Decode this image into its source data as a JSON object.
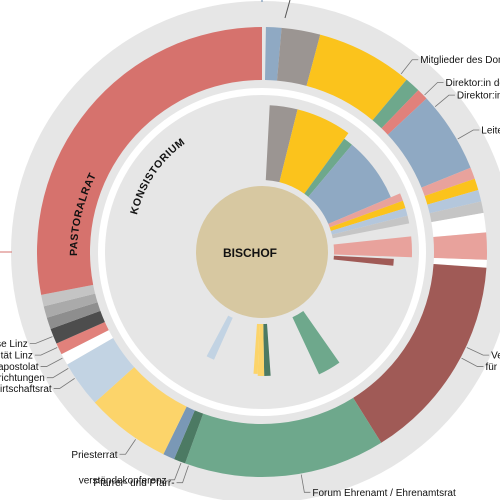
{
  "center": {
    "label": "BISCHOF",
    "color": "#d7c8a1"
  },
  "rings": {
    "outer_title": "PASTORALRAT",
    "inner_title": "KONSISTORIUM",
    "track_color": "#e6e6e6"
  },
  "outer_segments": [
    {
      "start": 1,
      "end": 5,
      "color": "#8fa9c3"
    },
    {
      "start": 5,
      "end": 15,
      "color": "#9b9592"
    },
    {
      "start": 15,
      "end": 40,
      "color": "#fbc31c"
    },
    {
      "start": 40,
      "end": 44,
      "color": "#6ea88c"
    },
    {
      "start": 44,
      "end": 47,
      "color": "#e1817b"
    },
    {
      "start": 47,
      "end": 68,
      "color": "#8fa9c3"
    },
    {
      "start": 68,
      "end": 71,
      "color": "#e8a29c"
    },
    {
      "start": 71,
      "end": 74,
      "color": "#fbc31c"
    },
    {
      "start": 74,
      "end": 77,
      "color": "#b4c7dc"
    },
    {
      "start": 77,
      "end": 80,
      "color": "#c5c5c5"
    },
    {
      "start": 80,
      "end": 85,
      "color": "#ffffff"
    },
    {
      "start": 85,
      "end": 92,
      "color": "#e8a29c"
    },
    {
      "start": 92,
      "end": 94,
      "color": "#ffffff"
    },
    {
      "start": 94,
      "end": 148,
      "color": "#a05a56"
    },
    {
      "start": 148,
      "end": 200,
      "color": "#6ea88c"
    },
    {
      "start": 200,
      "end": 203,
      "color": "#4c7a63"
    },
    {
      "start": 203,
      "end": 206,
      "color": "#7a98b6"
    },
    {
      "start": 206,
      "end": 228,
      "color": "#fcd46a"
    },
    {
      "start": 228,
      "end": 240,
      "color": "#c2d3e3"
    },
    {
      "start": 240,
      "end": 243,
      "color": "#ffffff"
    },
    {
      "start": 243,
      "end": 246,
      "color": "#e1817b"
    },
    {
      "start": 246,
      "end": 250,
      "color": "#4d4d4d"
    },
    {
      "start": 250,
      "end": 253,
      "color": "#8e8e8e"
    },
    {
      "start": 253,
      "end": 256,
      "color": "#aaaaaa"
    },
    {
      "start": 256,
      "end": 259,
      "color": "#c4c4c4"
    },
    {
      "start": 259,
      "end": 360,
      "color": "#d6726d"
    }
  ],
  "inner_segments": [
    {
      "start": 3,
      "end": 14,
      "color": "#9b9592",
      "outer": 147
    },
    {
      "start": 14,
      "end": 36,
      "color": "#fbc31c",
      "outer": 147
    },
    {
      "start": 36,
      "end": 40,
      "color": "#6ea88c",
      "outer": 140
    },
    {
      "start": 40,
      "end": 67,
      "color": "#8fa9c3",
      "outer": 140
    },
    {
      "start": 67,
      "end": 70,
      "color": "#e8a29c",
      "outer": 150
    },
    {
      "start": 70,
      "end": 73,
      "color": "#fbc31c",
      "outer": 150
    },
    {
      "start": 73,
      "end": 76,
      "color": "#b4c7dc",
      "outer": 150
    },
    {
      "start": 76,
      "end": 79,
      "color": "#c5c5c5",
      "outer": 150
    },
    {
      "start": 84,
      "end": 92,
      "color": "#e8a29c",
      "outer": 150
    },
    {
      "start": 93,
      "end": 96,
      "color": "#a05a56",
      "outer": 132
    },
    {
      "start": 145,
      "end": 155,
      "color": "#6ea88c",
      "outer": 135
    },
    {
      "start": 176,
      "end": 179,
      "color": "#4c7a63",
      "outer": 124
    },
    {
      "start": 179,
      "end": 182,
      "color": "#fcd46a",
      "outer": 124
    },
    {
      "start": 182,
      "end": 184,
      "color": "#fcd46a",
      "outer": 122
    },
    {
      "start": 204,
      "end": 208,
      "color": "#c2d3e3",
      "outer": 118
    }
  ],
  "labels": [
    {
      "text": "Mitglieder des Domkapitels /",
      "angle": 38,
      "anchor": "start"
    },
    {
      "text": "Direktor:in des B",
      "angle": 46,
      "anchor": "start"
    },
    {
      "text": "Direktor:in der",
      "angle": 50,
      "anchor": "start"
    },
    {
      "text": "Leiter",
      "angle": 60,
      "anchor": "start"
    },
    {
      "text": "Ve",
      "angle": 115,
      "anchor": "start"
    },
    {
      "text": "für",
      "angle": 118,
      "anchor": "start"
    },
    {
      "text": "Forum Ehrenamt / Ehrenamtsrat",
      "angle": 170,
      "anchor": "start"
    },
    {
      "text": "Pfarrer- und Pfarr-",
      "angle": 199,
      "anchor": "end"
    },
    {
      "text": "verständekonferenz",
      "angle": 201,
      "anchor": "end"
    },
    {
      "text": "Priesterrat",
      "angle": 214,
      "anchor": "end"
    },
    {
      "text": "ner Wirtschaftsrat",
      "angle": 236,
      "anchor": "end"
    },
    {
      "text": "ngseinrichtungen",
      "angle": 239,
      "anchor": "end"
    },
    {
      "text": "Laienapostolat",
      "angle": 242,
      "anchor": "end"
    },
    {
      "text": "versität Linz",
      "angle": 245,
      "anchor": "end"
    },
    {
      "text": "özese Linz",
      "angle": 248,
      "anchor": "end"
    }
  ]
}
